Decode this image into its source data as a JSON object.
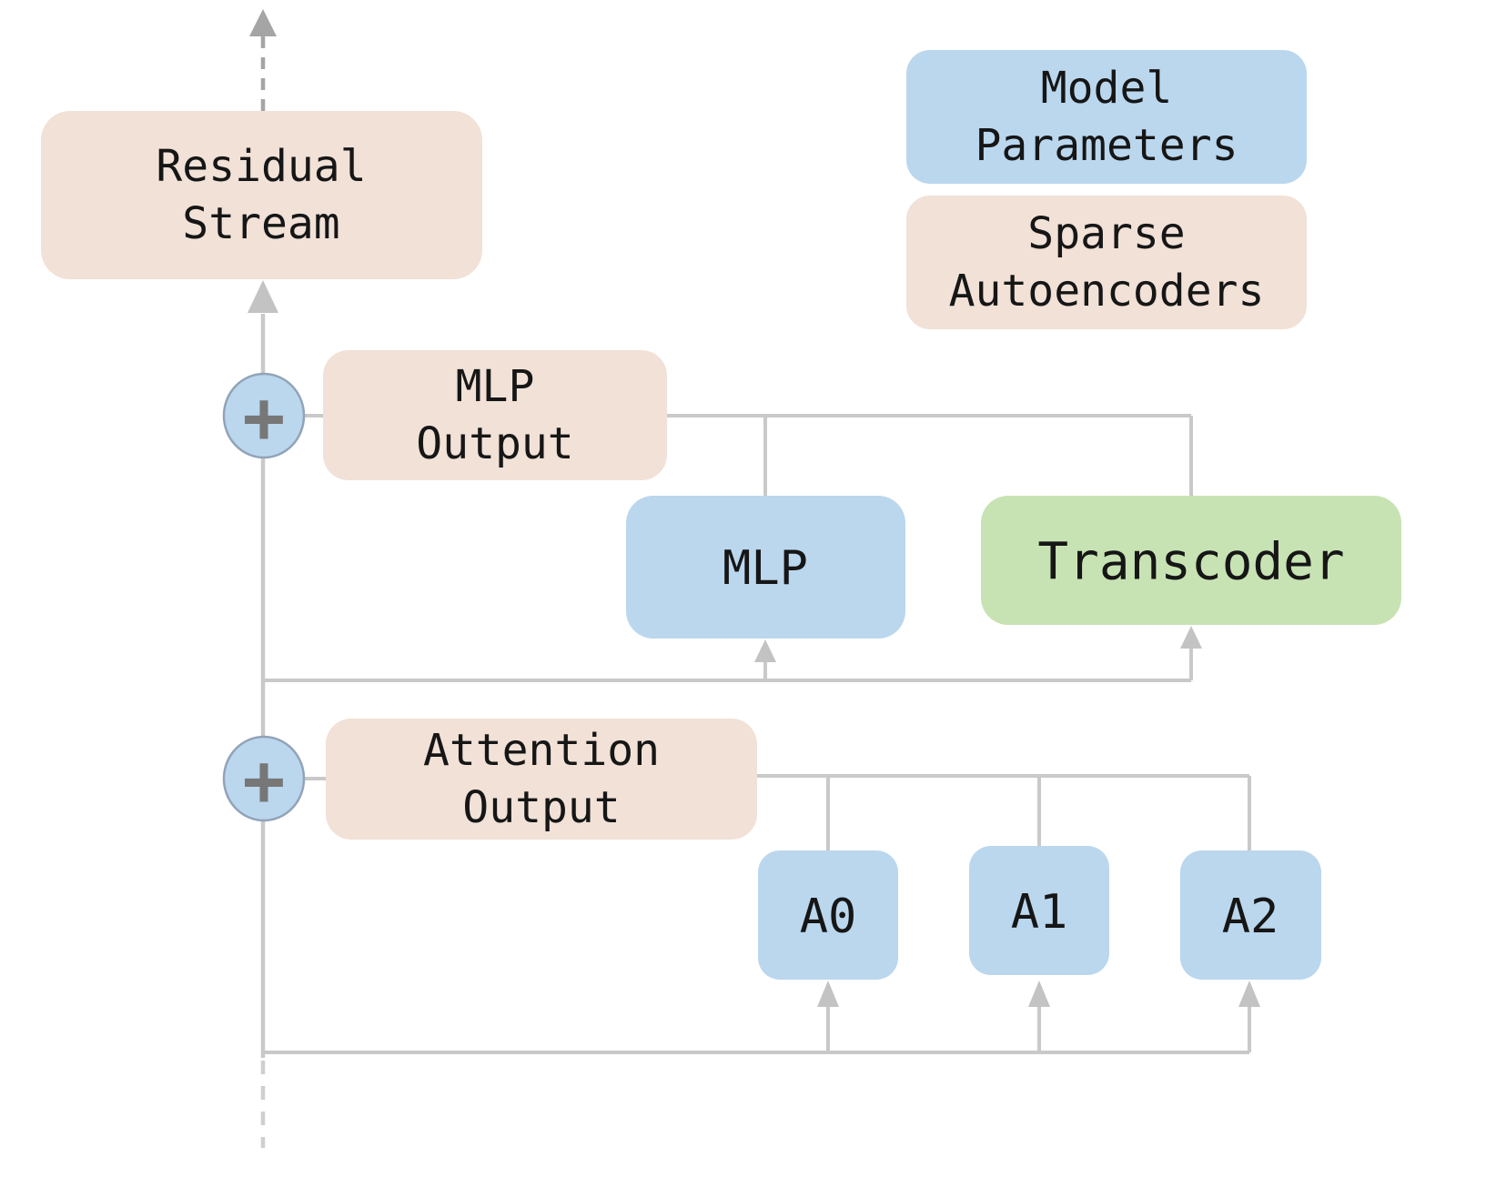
{
  "diagram": {
    "title_semantics": "transformer layer with sparse autoencoders and transcoder",
    "colors": {
      "background": "#ffffff",
      "sae_fill": "#F1E1D7",
      "param_fill": "#BAD7EE",
      "transcoder_fill": "#C8E3B3",
      "wire": "#C9C9C9",
      "wire_arrow": "#C3C3C3",
      "residual_arrow": "#A5A5A5",
      "dashed_bottom": "#CFCFCF",
      "circle_stroke": "#92A3B8",
      "plus_sign": "#777777",
      "text": "#161616"
    },
    "legend": {
      "model_parameters": {
        "line1": "Model",
        "line2": "Parameters"
      },
      "sparse_autoencoders": {
        "line1": "Sparse",
        "line2": "Autoencoders"
      }
    },
    "nodes": {
      "residual_stream": {
        "line1": "Residual",
        "line2": "Stream"
      },
      "mlp_output": {
        "line1": "MLP",
        "line2": "Output"
      },
      "mlp": {
        "label": "MLP"
      },
      "transcoder": {
        "label": "Transcoder"
      },
      "attention_output": {
        "line1": "Attention",
        "line2": "Output"
      },
      "a0": {
        "label": "A0"
      },
      "a1": {
        "label": "A1"
      },
      "a2": {
        "label": "A2"
      }
    },
    "operators": {
      "plus": "+"
    }
  }
}
